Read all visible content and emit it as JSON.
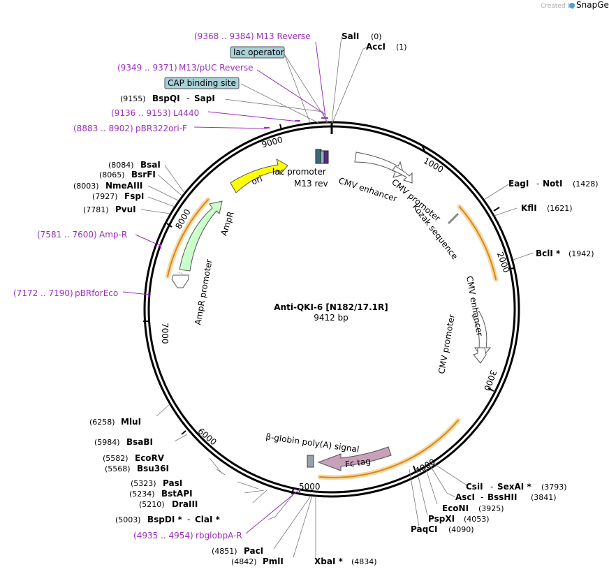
{
  "plasmid": {
    "name": "Anti-QKI-6 [N182/17.1R]",
    "length": "9412 bp"
  },
  "credit": {
    "prefix": "Created by",
    "app": "SnapGene"
  },
  "ticks": [
    "1000",
    "2000",
    "3000",
    "4000",
    "5000",
    "6000",
    "7000",
    "8000",
    "9000"
  ],
  "sites": [
    {
      "name": "SalI",
      "pos": "(0)"
    },
    {
      "name": "AccI",
      "pos": "(1)"
    },
    {
      "name": "EagI",
      "name2": "NotI",
      "pos": "(1428)"
    },
    {
      "name": "KflI",
      "pos": "(1621)"
    },
    {
      "name": "BclI *",
      "pos": "(1942)"
    },
    {
      "name": "CsiI",
      "name2": "SexAI *",
      "pos": "(3793)"
    },
    {
      "name": "AscI",
      "name2": "BssHII",
      "pos": "(3841)"
    },
    {
      "name": "EcoNI",
      "pos": "(3925)"
    },
    {
      "name": "PspXI",
      "pos": "(4053)"
    },
    {
      "name": "PaqCI",
      "pos": "(4090)"
    },
    {
      "name": "XbaI *",
      "pos": "(4834)"
    },
    {
      "name": "PmlI",
      "pos": "(4842)"
    },
    {
      "name": "PacI",
      "pos": "(4851)"
    },
    {
      "name": "BspDI *",
      "name2": "ClaI *",
      "pos": "(5003)"
    },
    {
      "name": "DraIII",
      "pos": "(5210)"
    },
    {
      "name": "BstAPI",
      "pos": "(5234)"
    },
    {
      "name": "PasI",
      "pos": "(5323)"
    },
    {
      "name": "Bsu36I",
      "pos": "(5568)"
    },
    {
      "name": "EcoRV",
      "pos": "(5582)"
    },
    {
      "name": "BsaBI",
      "pos": "(5984)"
    },
    {
      "name": "MluI",
      "pos": "(6258)"
    },
    {
      "name": "PvuI",
      "pos": "(7781)"
    },
    {
      "name": "FspI",
      "pos": "(7927)"
    },
    {
      "name": "NmeAIII",
      "pos": "(8003)"
    },
    {
      "name": "BsrFI",
      "pos": "(8065)"
    },
    {
      "name": "BsaI",
      "pos": "(8084)"
    },
    {
      "name": "BspQI",
      "name2": "SapI",
      "pos": "(9155)"
    }
  ],
  "primers": [
    {
      "range": "(9368 .. 9384)",
      "name": "M13 Reverse"
    },
    {
      "range": "(9349 .. 9371)",
      "name": "M13/pUC Reverse"
    },
    {
      "range": "(9136 .. 9153)",
      "name": "L4440"
    },
    {
      "range": "(8883 .. 8902)",
      "name": "pBR322ori-F"
    },
    {
      "range": "(7581 .. 7600)",
      "name": "Amp-R"
    },
    {
      "range": "(7172 .. 7190)",
      "name": "pBRforEco"
    },
    {
      "range": "(4935 .. 4954)",
      "name": "rbglobpA-R"
    }
  ],
  "boxed": [
    "lac operator",
    "CAP binding site"
  ],
  "features": {
    "lac_promoter": "lac promoter",
    "m13_rev": "M13 rev",
    "cmv_enhancer": "CMV enhancer",
    "cmv_promoter": "CMV promoter",
    "kozak": "Kozak sequence",
    "ori": "ori",
    "ampr": "AmpR",
    "ampr_promoter": "AmpR promoter",
    "globin": "β-globin poly(A) signal",
    "fc_tag": "Fc tag"
  },
  "colors": {
    "primer": "#9b2fc0",
    "ori": "#ffff00",
    "ampr": "#ccffcc",
    "fc_tag": "#c8a0b8",
    "orf": "#f0a020",
    "boxed": "#a8d0d8"
  }
}
